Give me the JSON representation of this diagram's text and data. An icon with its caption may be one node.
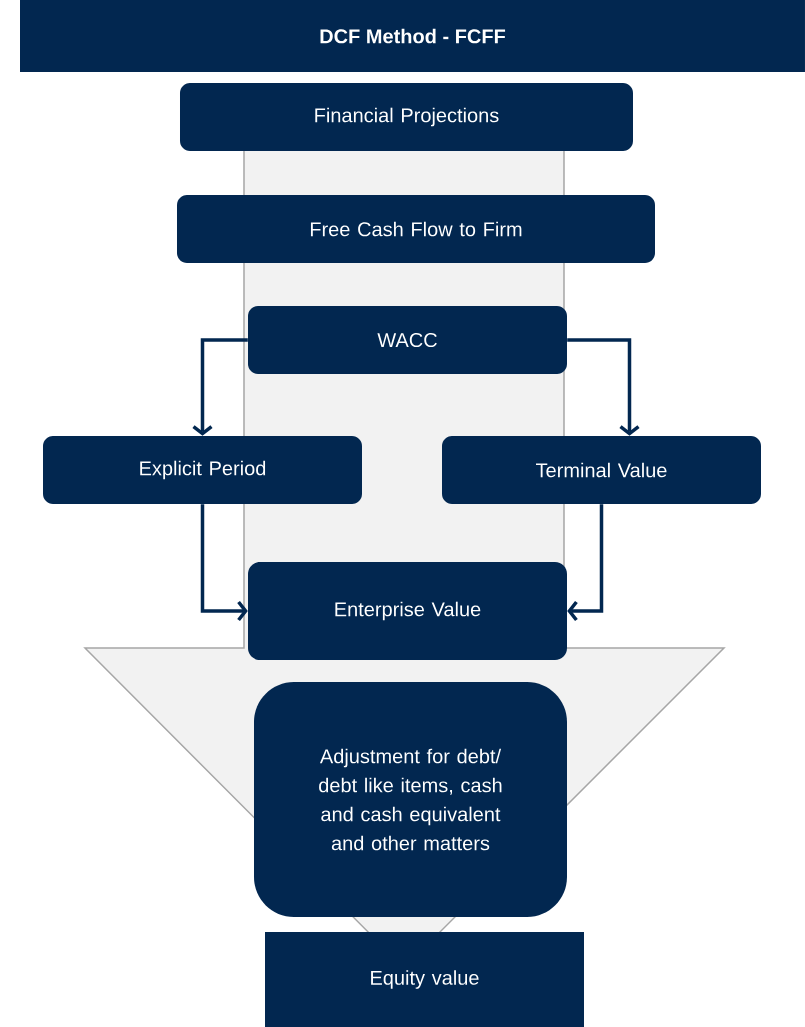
{
  "diagram": {
    "title": "DCF Method - FCFF",
    "nodes": [
      {
        "text": [
          "Financial Projections"
        ]
      },
      {
        "text": [
          "Free Cash Flow to Firm"
        ]
      },
      {
        "text": [
          "WACC"
        ]
      },
      {
        "text": [
          "Explicit Period"
        ]
      },
      {
        "text": [
          "Terminal Value"
        ]
      },
      {
        "text": [
          "Enterprise Value"
        ]
      },
      {
        "text": [
          "Adjustment for debt/ debt like items, cash and cash equivalent and other matters"
        ]
      },
      {
        "text": [
          "Equity value"
        ]
      }
    ],
    "edges": [
      {
        "from": 0,
        "to": 7,
        "arrow": "to",
        "style": "thick",
        "color": "#f2f2f2"
      },
      {
        "from": 2,
        "to": 3,
        "arrow": "to"
      },
      {
        "from": 2,
        "to": 4,
        "arrow": "to"
      },
      {
        "from": 3,
        "to": 5,
        "arrow": "to"
      },
      {
        "from": 4,
        "to": 5,
        "arrow": "to"
      }
    ]
  }
}
